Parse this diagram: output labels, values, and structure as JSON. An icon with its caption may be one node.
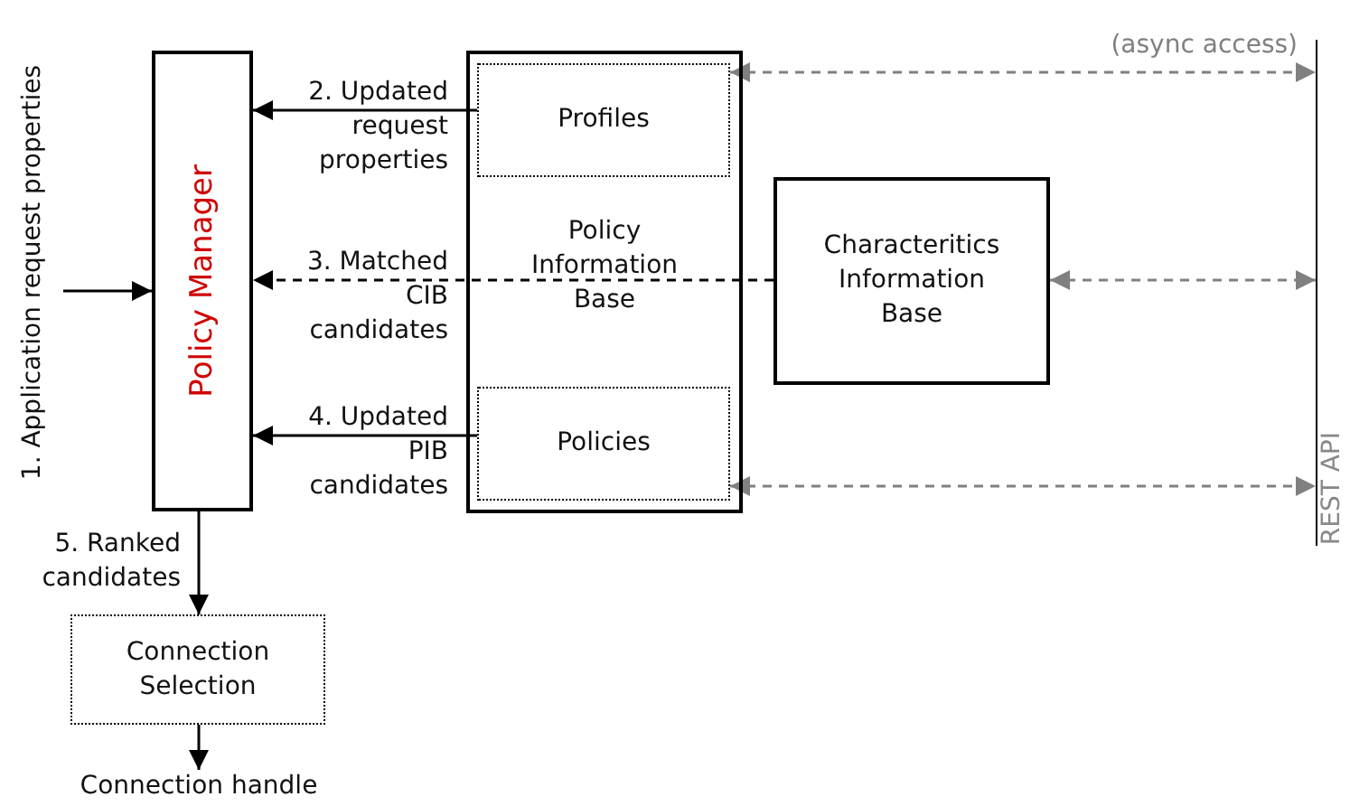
{
  "diagram": {
    "nodes": [
      {
        "text": [
          "Policy Manager"
        ]
      },
      {
        "text": [
          "Policy Information Base"
        ]
      },
      {
        "text": [
          "Profiles"
        ],
        "in": 1
      },
      {
        "text": [
          "Policies"
        ],
        "in": 1
      },
      {
        "text": [
          "Characteritics Information Base"
        ]
      },
      {
        "text": [
          "REST API"
        ]
      },
      {
        "text": [
          "Connection Selection"
        ]
      },
      {
        "text": [
          "Connection handle"
        ]
      },
      {
        "text": [
          "1. Application request properties"
        ]
      }
    ],
    "edges": [
      {
        "from": 8,
        "to": 0,
        "arrow": "to"
      },
      {
        "from": 2,
        "to": 0,
        "arrow": "to",
        "label": "2. Updated request properties"
      },
      {
        "from": 4,
        "to": 0,
        "arrow": "to",
        "label": "3. Matched CIB candidates",
        "style": "dashed"
      },
      {
        "from": 3,
        "to": 0,
        "arrow": "to",
        "label": "4. Updated PIB candidates"
      },
      {
        "from": 0,
        "to": 6,
        "arrow": "to",
        "label": "5. Ranked candidates"
      },
      {
        "from": 6,
        "to": 7,
        "arrow": "to"
      },
      {
        "from": 2,
        "to": 5,
        "arrow": "both",
        "label": "(async access)",
        "style": "dashed",
        "color": "#808080"
      },
      {
        "from": 4,
        "to": 5,
        "arrow": "both",
        "style": "dashed",
        "color": "#808080"
      },
      {
        "from": 3,
        "to": 5,
        "arrow": "both",
        "style": "dashed",
        "color": "#808080"
      }
    ]
  }
}
